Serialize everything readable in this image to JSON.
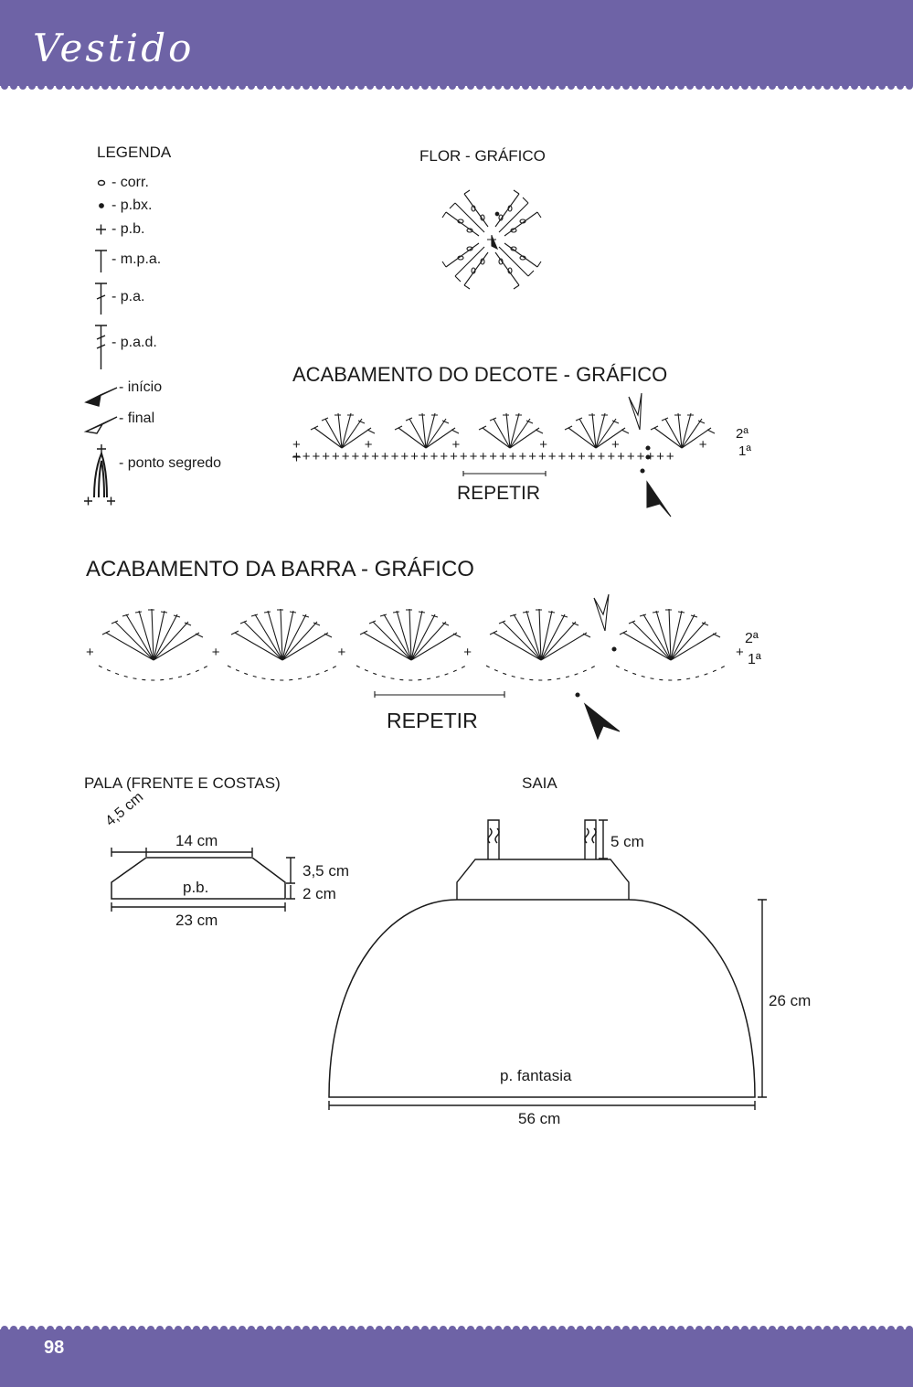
{
  "header": {
    "title": "Vestido"
  },
  "footer": {
    "page_number": "98"
  },
  "legend": {
    "heading": "LEGENDA",
    "items": [
      {
        "label": "- corr.",
        "icon": "chain-stitch-icon"
      },
      {
        "label": "- p.bx.",
        "icon": "slip-stitch-icon"
      },
      {
        "label": "- p.b.",
        "icon": "single-crochet-icon"
      },
      {
        "label": "- m.p.a.",
        "icon": "half-double-crochet-icon"
      },
      {
        "label": "- p.a.",
        "icon": "double-crochet-icon"
      },
      {
        "label": "- p.a.d.",
        "icon": "treble-crochet-icon"
      },
      {
        "label": "- início",
        "icon": "start-arrow-icon"
      },
      {
        "label": "- final",
        "icon": "end-arrow-icon"
      },
      {
        "label": "- ponto segredo",
        "icon": "secret-stitch-icon"
      }
    ]
  },
  "flower": {
    "title": "FLOR - GRÁFICO"
  },
  "neckline": {
    "title": "ACABAMENTO DO DECOTE - GRÁFICO",
    "repeat_label": "REPETIR",
    "row2": "2ª",
    "row1": "1ª"
  },
  "hem": {
    "title": "ACABAMENTO DA BARRA - GRÁFICO",
    "repeat_label": "REPETIR",
    "row2": "2ª",
    "row1": "1ª"
  },
  "yoke": {
    "title": "PALA (FRENTE E COSTAS)",
    "slant": "4,5 cm",
    "top_width": "14 cm",
    "stitch": "p.b.",
    "bottom_width": "23 cm",
    "height_upper": "3,5 cm",
    "height_lower": "2 cm"
  },
  "skirt": {
    "title": "SAIA",
    "strap": "5 cm",
    "height": "26 cm",
    "stitch": "p. fantasia",
    "width": "56 cm"
  },
  "colors": {
    "band": "#6e63a6",
    "ink": "#1a1a1a"
  }
}
